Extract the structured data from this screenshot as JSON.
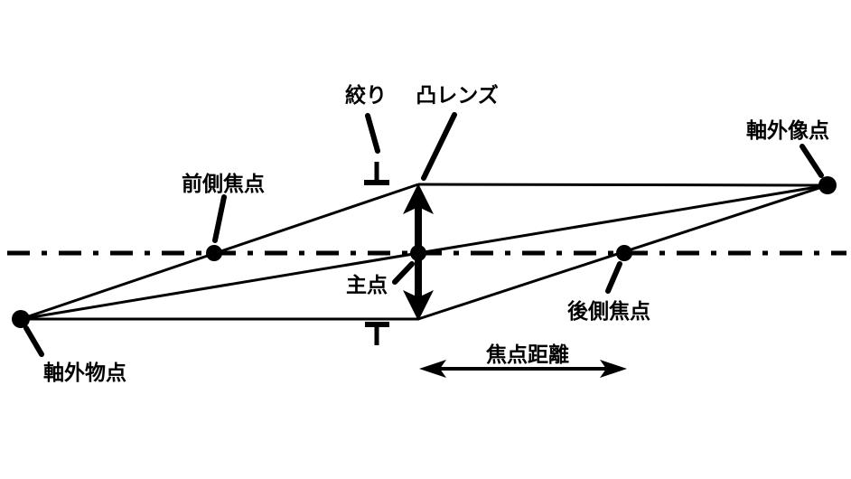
{
  "diagram": {
    "type": "convex-lens-optics-diagram",
    "background_color": "#ffffff",
    "ink_color": "#000000",
    "labels": {
      "aperture": "絞り",
      "convex_lens": "凸レンズ",
      "off_axis_image_point": "軸外像点",
      "front_focal_point": "前側焦点",
      "principal_point": "主点",
      "rear_focal_point": "後側焦点",
      "off_axis_object_point": "軸外物点",
      "focal_length": "焦点距離"
    }
  }
}
